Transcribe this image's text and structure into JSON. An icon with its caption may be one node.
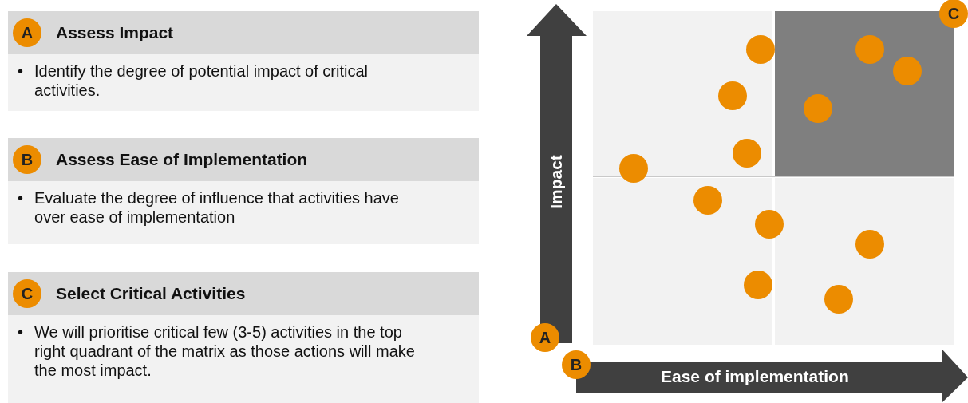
{
  "diagram": {
    "nodes": [
      {
        "text": [
          "Assess Impact",
          "•",
          "Identify the degree of potential impact of critical activities."
        ]
      },
      {
        "text": [
          "A"
        ],
        "in": 0
      },
      {
        "text": [
          "Assess Ease of Implementation",
          "•",
          "Evaluate the degree of influence that activities have over ease of implementation"
        ]
      },
      {
        "text": [
          "B"
        ],
        "in": 2
      },
      {
        "text": [
          "Select Critical Activities",
          "•",
          "We will prioritise critical few (3-5) activities in the top right quadrant of the matrix as those actions will make the most impact."
        ]
      },
      {
        "text": [
          "C"
        ],
        "in": 4
      },
      {
        "text": [
          "A"
        ]
      },
      {
        "text": [
          "B"
        ]
      },
      {
        "text": [
          "C"
        ]
      }
    ],
    "labels": [
      "Impact",
      "Ease of implementation"
    ]
  }
}
